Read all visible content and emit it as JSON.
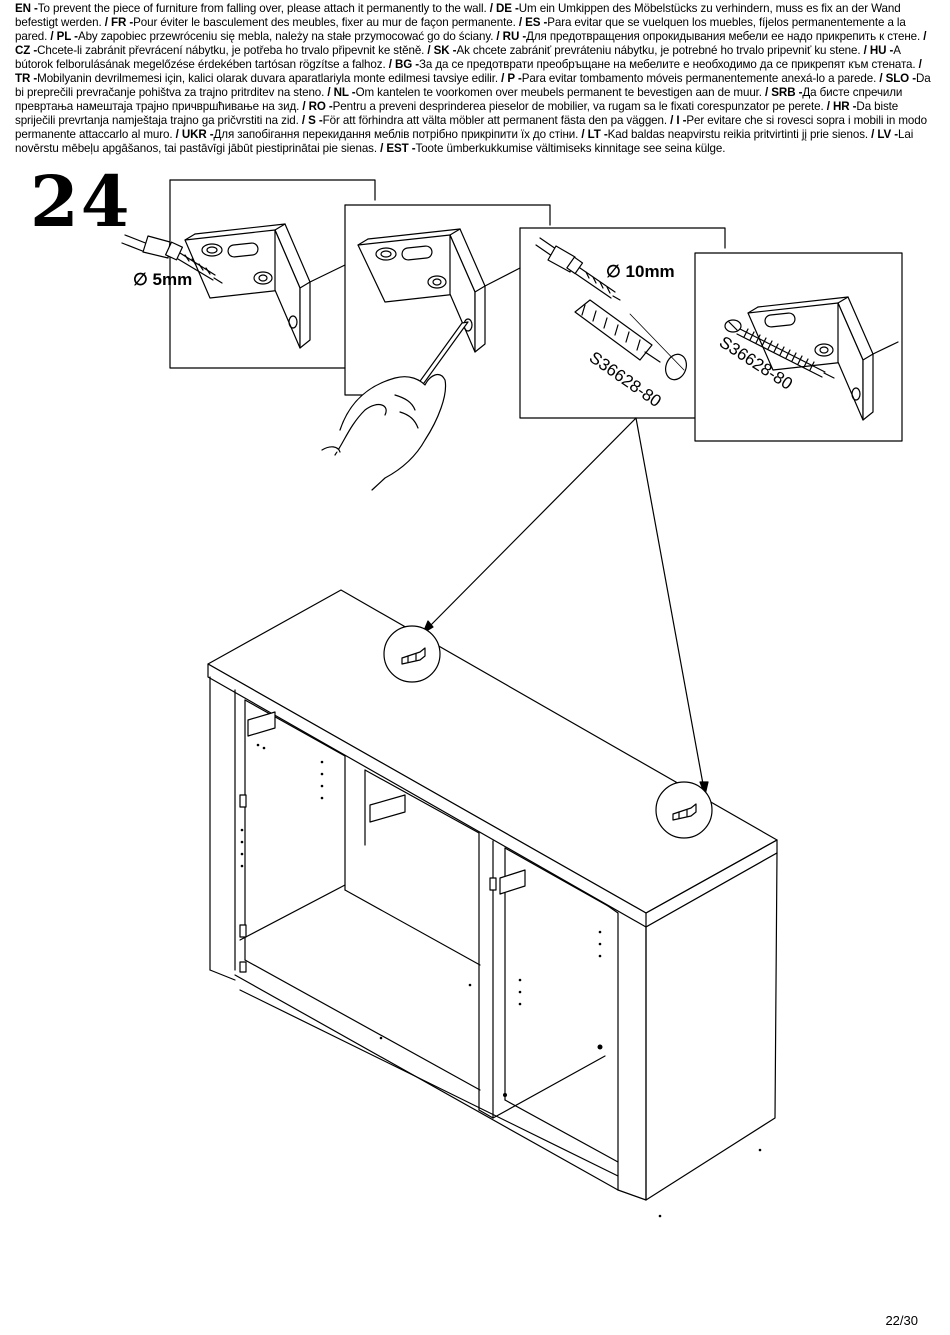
{
  "instructions": [
    {
      "code": "EN",
      "text": "To prevent the piece of furniture from falling over, please attach it permanently to the wall."
    },
    {
      "code": "DE",
      "text": "Um ein Umkippen des Möbelstücks zu verhindern, muss es fix an der Wand befestigt werden."
    },
    {
      "code": "FR",
      "text": "Pour éviter le basculement des meubles, fixer au mur de façon permanente."
    },
    {
      "code": "ES",
      "text": "Para evitar que se vuelquen los muebles, fíjelos permanentemente a la pared."
    },
    {
      "code": "PL",
      "text": "Aby zapobiec przewróceniu się mebla, należy na stałe przymocować go do ściany."
    },
    {
      "code": "RU",
      "text": "Для предотвращения опрокидывания мебели ее надо прикрепить к стене."
    },
    {
      "code": "CZ",
      "text": "Chcete-li zabránit převrácení nábytku, je potřeba ho trvalo připevnit ke stěně."
    },
    {
      "code": "SK",
      "text": "Ak chcete zabrániť prevráteniu nábytku, je potrebné ho trvalo pripevniť ku stene."
    },
    {
      "code": "HU",
      "text": "A bútorok felborulásának megelőzése érdekében tartósan rögzítse a falhoz."
    },
    {
      "code": "BG",
      "text": "За да се предотврати преобръщане на мебелите е необходимо да се прикрепят към стената."
    },
    {
      "code": "TR",
      "text": "Mobilyanin devrilmemesi için, kalici olarak duvara aparatlariyla monte edilmesi tavsiye edilir."
    },
    {
      "code": "P",
      "text": "Para evitar tombamento móveis permanentemente anexá-lo a parede."
    },
    {
      "code": "SLO",
      "text": "Da bi preprečili prevračanje pohištva za trajno pritrditev na steno."
    },
    {
      "code": "NL",
      "text": "Om kantelen te voorkomen over meubels permanent te bevestigen aan de muur."
    },
    {
      "code": "SRB",
      "text": "Да бисте спречили превртања намештаја трајно причвршћивање на зид."
    },
    {
      "code": "RO",
      "text": "Pentru a preveni desprinderea pieselor de mobilier, va rugam sa le fixati corespunzator pe perete."
    },
    {
      "code": "HR",
      "text": "Da biste spriječili prevrtanja namještaja trajno ga pričvrstiti na zid."
    },
    {
      "code": "S",
      "text": "För att förhindra att välta möbler att permanent fästa den pa väggen."
    },
    {
      "code": "I",
      "text": "Per evitare che si rovesci sopra i mobili in modo permanente attaccarlo al muro."
    },
    {
      "code": "UKR",
      "text": "Для запобігання перекидання меблів потрібно прикріпити їх до стіни."
    },
    {
      "code": "LT",
      "text": "Kad baldas neapvirstu reikia pritvirtinti jį prie sienos."
    },
    {
      "code": "LV",
      "text": "Lai novērstu mēbeļu apgāšanos, tai pastāvīgi jābūt piestiprinātai pie sienas."
    },
    {
      "code": "EST",
      "text": "Toote ümberkukkumise vältimiseks kinnitage see seina külge."
    }
  ],
  "step_number": "24",
  "drill_5_label": "∅ 5mm",
  "drill_10_label": "∅ 10mm",
  "part_code": "S36628-80",
  "page_number": "22/30"
}
